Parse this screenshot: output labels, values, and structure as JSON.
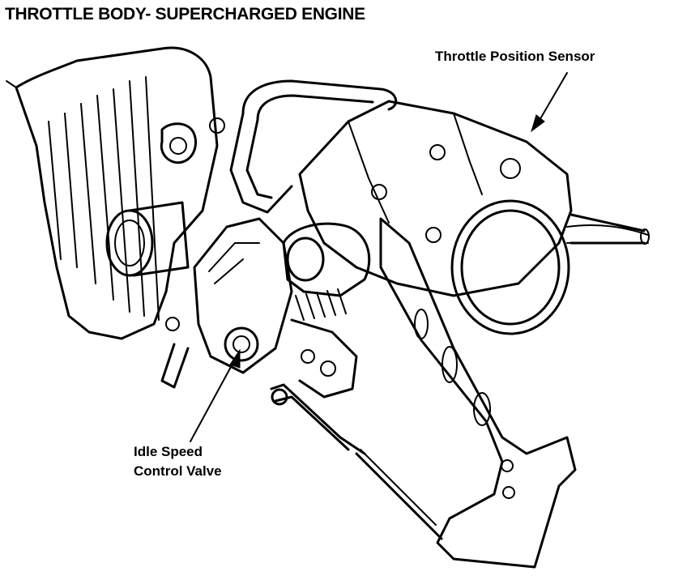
{
  "title": "THROTTLE BODY- SUPERCHARGED ENGINE",
  "labels": {
    "throttle_position_sensor": "Throttle Position Sensor",
    "idle_speed_line1": "Idle Speed",
    "idle_speed_line2": "Control Valve"
  }
}
